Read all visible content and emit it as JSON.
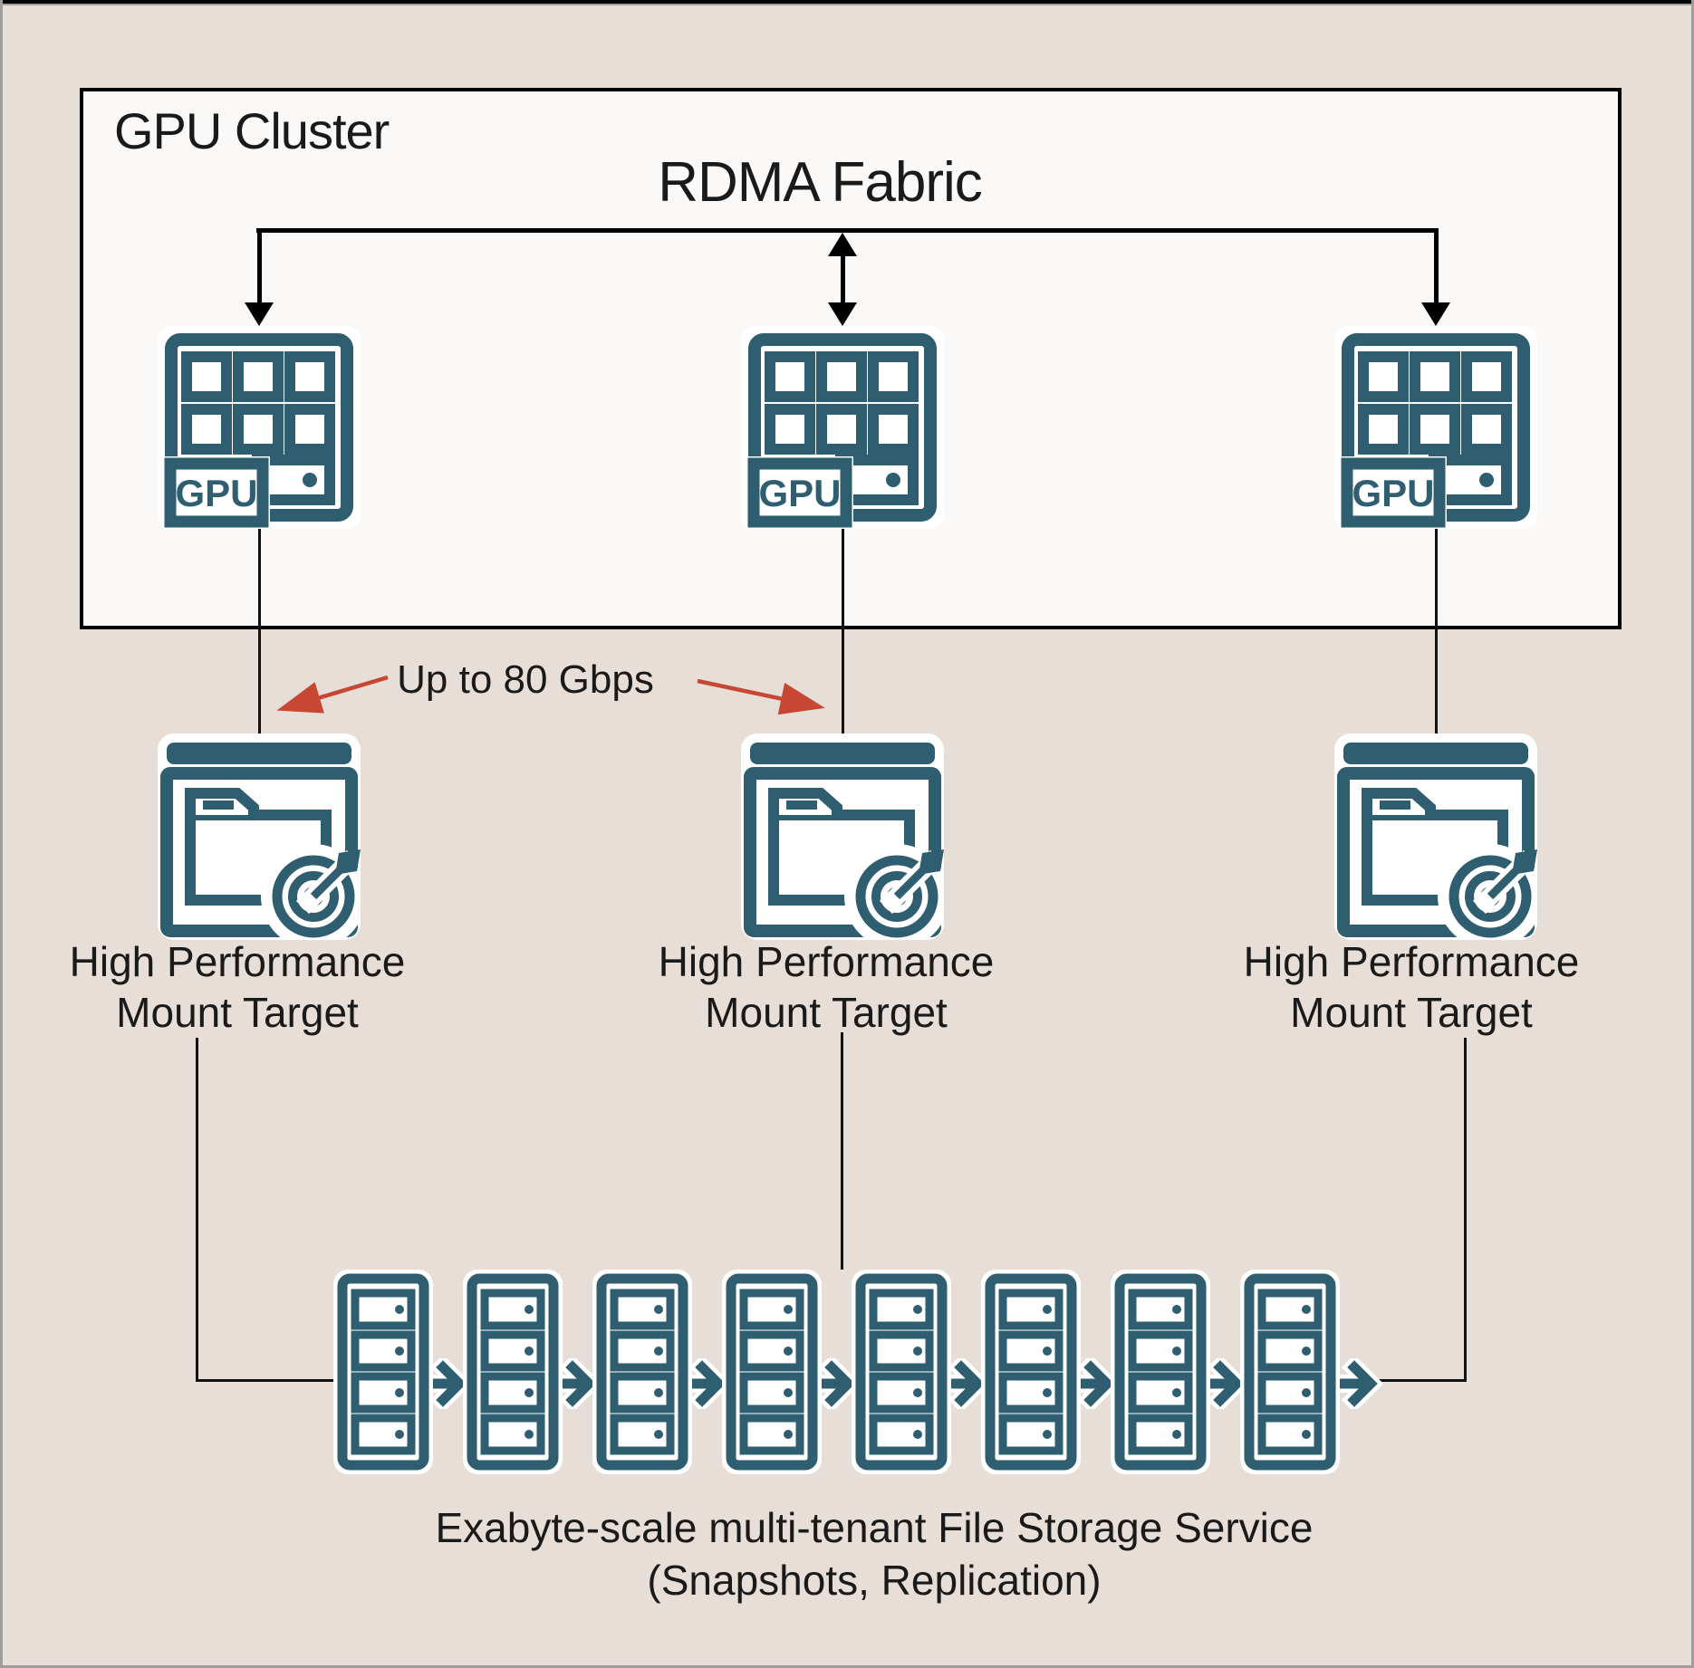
{
  "colors": {
    "background": "#e7dfd7",
    "panel": "#fbf9f7",
    "teal": "#2e5e6f",
    "red": "#c74634",
    "ink": "#1a1a1a",
    "line": "#000000"
  },
  "cluster": {
    "title": "GPU Cluster",
    "fabric_label": "RDMA Fabric"
  },
  "gpu_nodes": [
    {
      "chip_label": "GPU"
    },
    {
      "chip_label": "GPU"
    },
    {
      "chip_label": "GPU"
    }
  ],
  "bandwidth": {
    "label": "Up to 80 Gbps"
  },
  "mount_targets": [
    {
      "label_line1": "High Performance",
      "label_line2": "Mount Target"
    },
    {
      "label_line1": "High Performance",
      "label_line2": "Mount Target"
    },
    {
      "label_line1": "High Performance",
      "label_line2": "Mount Target"
    }
  ],
  "storage": {
    "server_count": 8,
    "caption_line1": "Exabyte-scale multi-tenant File Storage Service",
    "caption_line2": "(Snapshots, Replication)"
  }
}
